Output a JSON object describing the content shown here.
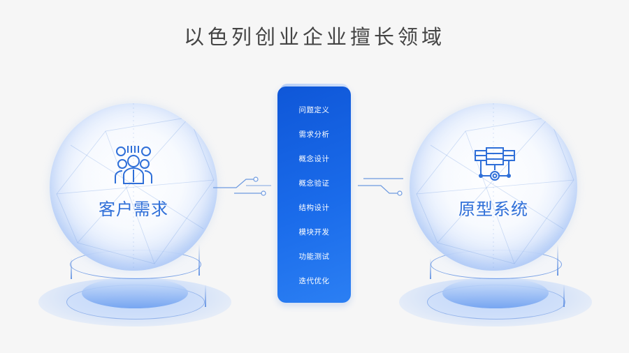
{
  "title": "以色列创业企业擅长领域",
  "left_node": {
    "label": "客户需求",
    "icon": "team-users-icon"
  },
  "right_node": {
    "label": "原型系统",
    "icon": "server-gear-icon"
  },
  "process_steps": [
    "问题定义",
    "需求分析",
    "概念设计",
    "概念验证",
    "结构设计",
    "模块开发",
    "功能测试",
    "迭代优化"
  ],
  "colors": {
    "accent": "#1a6bea",
    "panel_top": "#0f57d8",
    "panel_bottom": "#2b7ff3",
    "label_blue": "#2f6fd8",
    "title": "#444444",
    "background": "#f6f6f6"
  }
}
